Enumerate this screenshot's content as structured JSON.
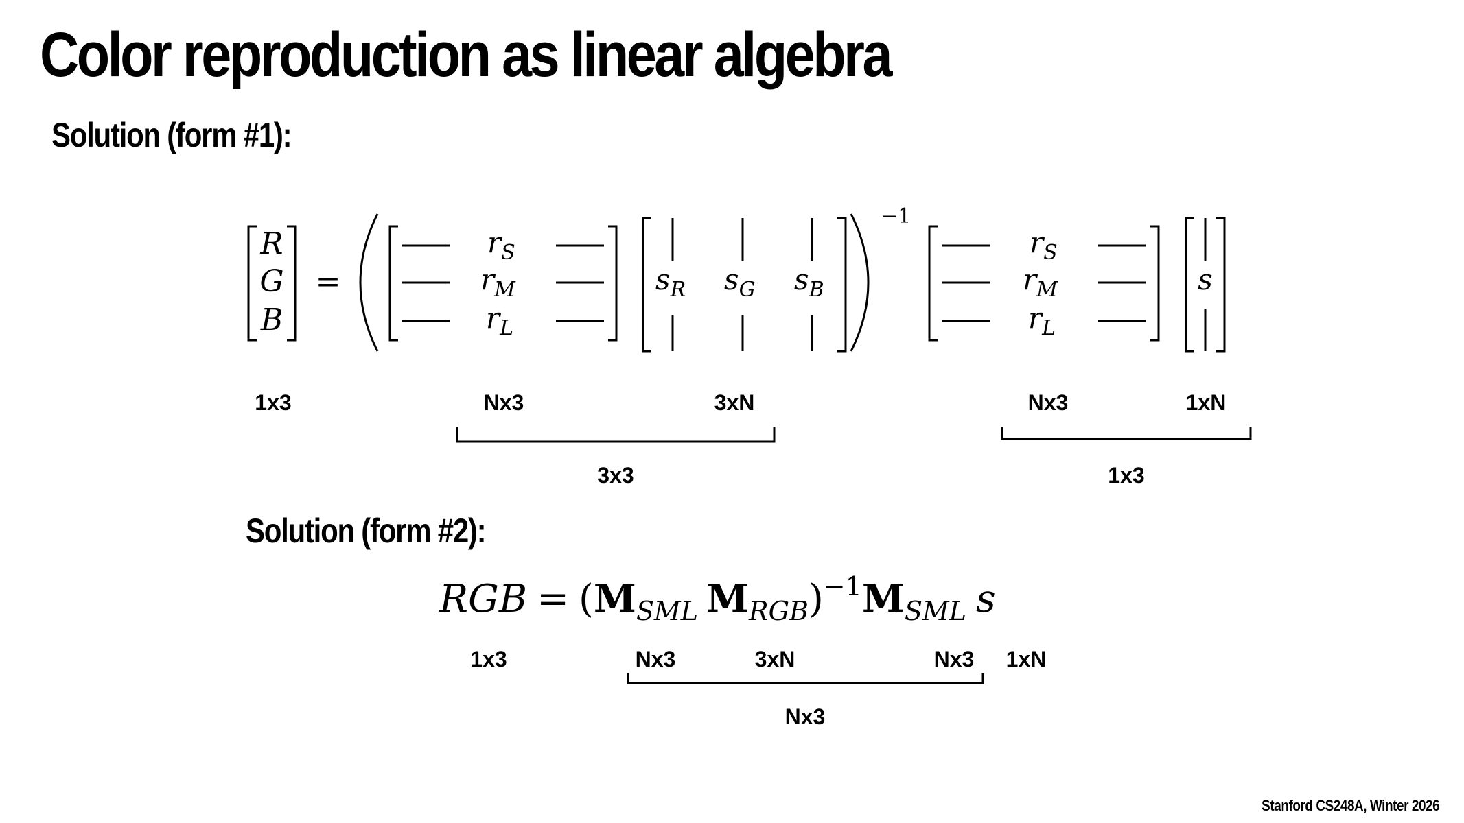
{
  "title": "Color reproduction as linear algebra",
  "form1": {
    "heading": "Solution (form #1):",
    "lhs": [
      "R",
      "G",
      "B"
    ],
    "equals": "=",
    "r_rows": [
      {
        "base": "r",
        "sub": "S"
      },
      {
        "base": "r",
        "sub": "M"
      },
      {
        "base": "r",
        "sub": "L"
      }
    ],
    "s_cols": [
      {
        "base": "s",
        "sub": "R"
      },
      {
        "base": "s",
        "sub": "G"
      },
      {
        "base": "s",
        "sub": "B"
      }
    ],
    "inverse": "−1",
    "s_vec": "s",
    "dims": {
      "lhs": "1x3",
      "r1": "Nx3",
      "s1": "3xN",
      "r2": "Nx3",
      "svec": "1xN"
    },
    "brackets": {
      "left": "3x3",
      "right": "1x3"
    }
  },
  "form2": {
    "heading": "Solution (form #2):",
    "equation": {
      "lhs": "RGB",
      "equals": "=",
      "open": "(",
      "m1": {
        "base": "M",
        "sub": "SML"
      },
      "m2": {
        "base": "M",
        "sub": "RGB"
      },
      "close": ")",
      "inverse": "−1",
      "m3": {
        "base": "M",
        "sub": "SML"
      },
      "s": "s"
    },
    "dims": {
      "lhs": "1x3",
      "a": "Nx3",
      "b": "3xN",
      "c": "Nx3",
      "d": "1xN"
    },
    "bracket": "Nx3"
  },
  "footer": "Stanford CS248A, Winter 2026"
}
